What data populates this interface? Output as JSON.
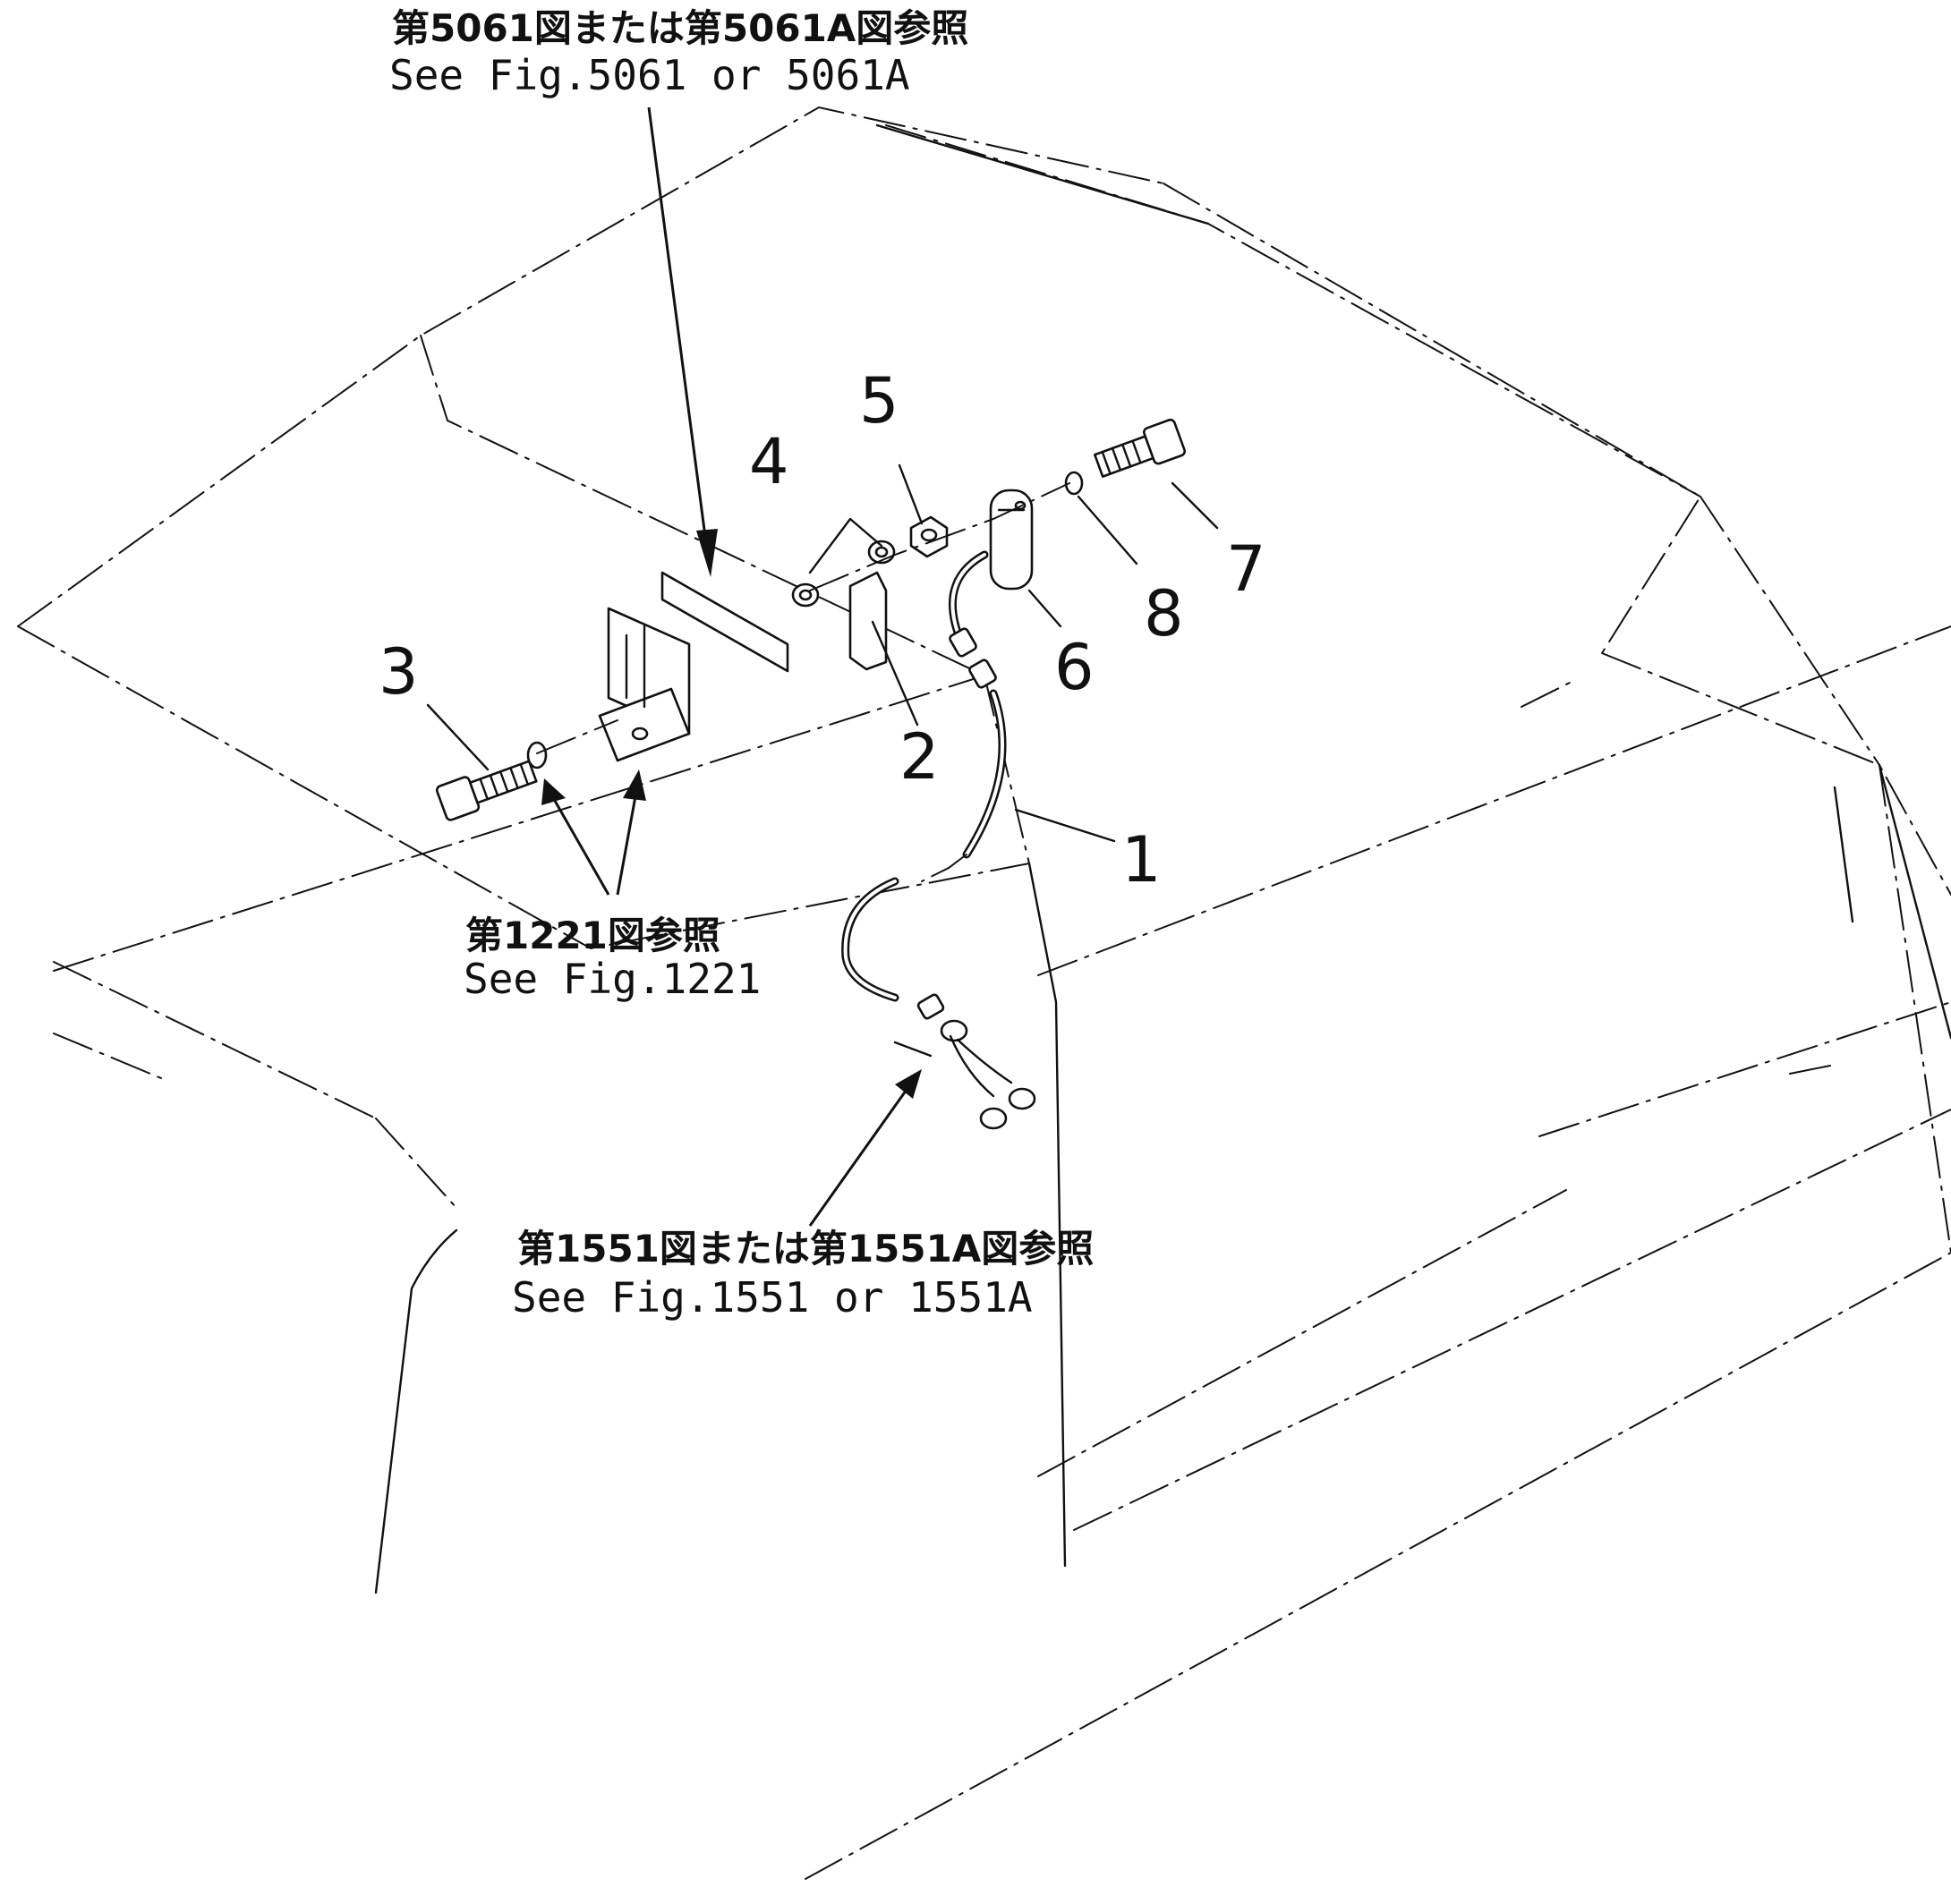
{
  "callouts": [
    {
      "id": "1",
      "label": "1"
    },
    {
      "id": "2",
      "label": "2"
    },
    {
      "id": "3",
      "label": "3"
    },
    {
      "id": "4",
      "label": "4"
    },
    {
      "id": "5",
      "label": "5"
    },
    {
      "id": "6",
      "label": "6"
    },
    {
      "id": "7",
      "label": "7"
    },
    {
      "id": "8",
      "label": "8"
    }
  ],
  "references": {
    "top": {
      "jp": "第5061図または第5061A図参照",
      "en": "See Fig.5061 or 5061A"
    },
    "left": {
      "jp": "第1221図参照",
      "en": "See Fig.1221"
    },
    "bottom": {
      "jp": "第1551図または第1551A図参照",
      "en": "See Fig.1551 or 1551A"
    }
  }
}
